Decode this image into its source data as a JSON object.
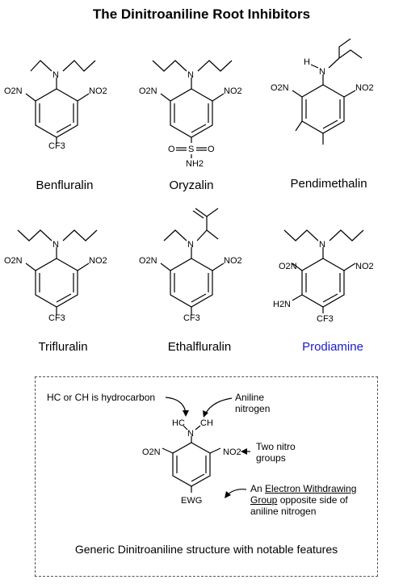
{
  "title": "The Dinitroaniline Root Inhibitors",
  "compounds": [
    {
      "name": "Benfluralin",
      "highlight": false
    },
    {
      "name": "Oryzalin",
      "highlight": false
    },
    {
      "name": "Pendimethalin",
      "highlight": false
    },
    {
      "name": "Trifluralin",
      "highlight": false
    },
    {
      "name": "Ethalfluralin",
      "highlight": false
    },
    {
      "name": "Prodiamine",
      "highlight": true,
      "color": "#1a1acc"
    }
  ],
  "atoms": {
    "N": "N",
    "NO2_left": "O2N",
    "NO2_right": "NO2",
    "CF3": "CF3",
    "H": "H",
    "S": "S",
    "O": "O",
    "NH2": "NH2",
    "H2N": "H2N"
  },
  "generic": {
    "hc": "HC",
    "ch": "CH",
    "n": "N",
    "o2n": "O2N",
    "no2": "NO2",
    "ewg": "EWG",
    "note_hydrocarbon": "HC or CH is hydrocarbon",
    "note_aniline_1": "Aniline",
    "note_aniline_2": "nitrogen",
    "note_nitro_1": "Two nitro",
    "note_nitro_2": "groups",
    "note_ewg_1a": "An ",
    "note_ewg_1b": "Electron Withdrawing",
    "note_ewg_2a": "Group",
    "note_ewg_2b": " opposite side of",
    "note_ewg_3": "aniline nitrogen",
    "caption": "Generic Dinitroaniline structure with notable features"
  }
}
